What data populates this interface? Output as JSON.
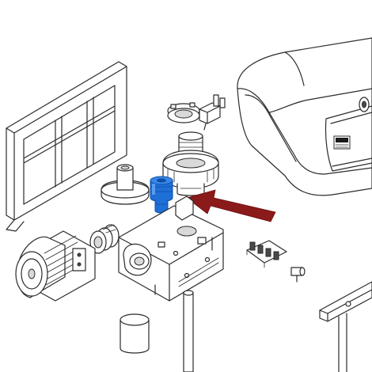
{
  "diagram": {
    "control_panel_label": "",
    "colors": {
      "background": "#ffffff",
      "line": "#2b2b2b",
      "highlight_part": "#1e6fd6",
      "highlight_part_dark": "#0d4fa8",
      "arrow": "#8b1a1a"
    },
    "parts": [
      "mounting-bracket",
      "cover-housing",
      "drive-gear-assembly",
      "cam-ring",
      "limit-switch",
      "highlighted-bushing",
      "flanged-spacer",
      "gearbox-housing",
      "electric-motor",
      "worm-coupling",
      "terminal-block",
      "small-connector",
      "release-shaft",
      "cylindrical-pin",
      "base-plate"
    ]
  }
}
